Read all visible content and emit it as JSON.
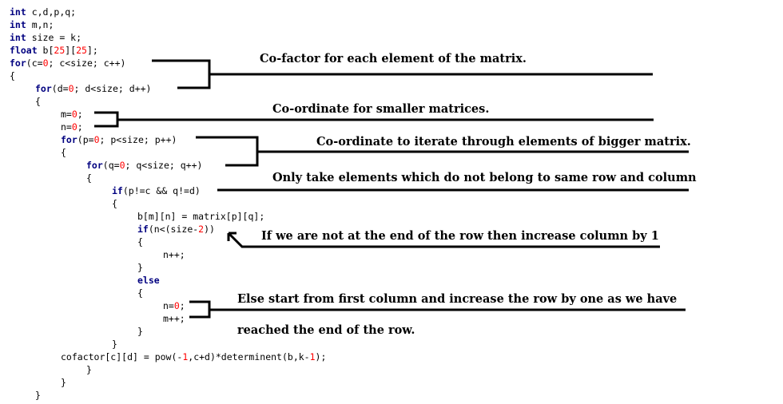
{
  "code_lines": [
    {
      "indent": 0,
      "tokens": [
        {
          "t": "int",
          "c": "kw"
        },
        {
          "t": " c,d,p,q;",
          "c": "op"
        }
      ]
    },
    {
      "indent": 0,
      "tokens": [
        {
          "t": "int",
          "c": "kw"
        },
        {
          "t": " m,n;",
          "c": "op"
        }
      ]
    },
    {
      "indent": 0,
      "tokens": [
        {
          "t": "int",
          "c": "kw"
        },
        {
          "t": " size = k;",
          "c": "op"
        }
      ]
    },
    {
      "indent": 0,
      "tokens": [
        {
          "t": "float",
          "c": "kw"
        },
        {
          "t": " b[",
          "c": "op"
        },
        {
          "t": "25",
          "c": "num"
        },
        {
          "t": "][",
          "c": "op"
        },
        {
          "t": "25",
          "c": "num"
        },
        {
          "t": "];",
          "c": "op"
        }
      ]
    },
    {
      "indent": 0,
      "tokens": [
        {
          "t": "for",
          "c": "kw"
        },
        {
          "t": "(c=",
          "c": "op"
        },
        {
          "t": "0",
          "c": "num"
        },
        {
          "t": "; c<size; c++)",
          "c": "op"
        }
      ]
    },
    {
      "indent": 0,
      "tokens": [
        {
          "t": "{",
          "c": "op"
        }
      ]
    },
    {
      "indent": 1,
      "tokens": [
        {
          "t": "for",
          "c": "kw"
        },
        {
          "t": "(d=",
          "c": "op"
        },
        {
          "t": "0",
          "c": "num"
        },
        {
          "t": "; d<size; d++)",
          "c": "op"
        }
      ]
    },
    {
      "indent": 1,
      "tokens": [
        {
          "t": "{",
          "c": "op"
        }
      ]
    },
    {
      "indent": 2,
      "tokens": [
        {
          "t": "m=",
          "c": "op"
        },
        {
          "t": "0",
          "c": "num"
        },
        {
          "t": ";",
          "c": "op"
        }
      ]
    },
    {
      "indent": 2,
      "tokens": [
        {
          "t": "n=",
          "c": "op"
        },
        {
          "t": "0",
          "c": "num"
        },
        {
          "t": ";",
          "c": "op"
        }
      ]
    },
    {
      "indent": 2,
      "tokens": [
        {
          "t": "for",
          "c": "kw"
        },
        {
          "t": "(p=",
          "c": "op"
        },
        {
          "t": "0",
          "c": "num"
        },
        {
          "t": "; p<size; p++)",
          "c": "op"
        }
      ]
    },
    {
      "indent": 2,
      "tokens": [
        {
          "t": "{",
          "c": "op"
        }
      ]
    },
    {
      "indent": 3,
      "tokens": [
        {
          "t": "for",
          "c": "kw"
        },
        {
          "t": "(q=",
          "c": "op"
        },
        {
          "t": "0",
          "c": "num"
        },
        {
          "t": "; q<size; q++)",
          "c": "op"
        }
      ]
    },
    {
      "indent": 3,
      "tokens": [
        {
          "t": "{",
          "c": "op"
        }
      ]
    },
    {
      "indent": 4,
      "tokens": [
        {
          "t": "if",
          "c": "kw"
        },
        {
          "t": "(p!=c && q!=d)",
          "c": "op"
        }
      ]
    },
    {
      "indent": 4,
      "tokens": [
        {
          "t": "{",
          "c": "op"
        }
      ]
    },
    {
      "indent": 5,
      "tokens": [
        {
          "t": "b[m][n] = matrix[p][q];",
          "c": "op"
        }
      ]
    },
    {
      "indent": 5,
      "tokens": [
        {
          "t": "if",
          "c": "kw"
        },
        {
          "t": "(n<(size-",
          "c": "op"
        },
        {
          "t": "2",
          "c": "num"
        },
        {
          "t": "))",
          "c": "op"
        }
      ]
    },
    {
      "indent": 5,
      "tokens": [
        {
          "t": "{",
          "c": "op"
        }
      ]
    },
    {
      "indent": 6,
      "tokens": [
        {
          "t": "n++;",
          "c": "op"
        }
      ]
    },
    {
      "indent": 5,
      "tokens": [
        {
          "t": "}",
          "c": "op"
        }
      ]
    },
    {
      "indent": 5,
      "tokens": [
        {
          "t": "else",
          "c": "kw"
        }
      ]
    },
    {
      "indent": 5,
      "tokens": [
        {
          "t": "{",
          "c": "op"
        }
      ]
    },
    {
      "indent": 6,
      "tokens": [
        {
          "t": "n=",
          "c": "op"
        },
        {
          "t": "0",
          "c": "num"
        },
        {
          "t": ";",
          "c": "op"
        }
      ]
    },
    {
      "indent": 6,
      "tokens": [
        {
          "t": "m++;",
          "c": "op"
        }
      ]
    },
    {
      "indent": 5,
      "tokens": [
        {
          "t": "}",
          "c": "op"
        }
      ]
    },
    {
      "indent": 4,
      "tokens": [
        {
          "t": "}",
          "c": "op"
        }
      ]
    },
    {
      "indent": 2,
      "tokens": [
        {
          "t": "cofactor[c][d] = pow(-",
          "c": "op"
        },
        {
          "t": "1",
          "c": "num"
        },
        {
          "t": ",c+d)*determinent(b,k-",
          "c": "op"
        },
        {
          "t": "1",
          "c": "num"
        },
        {
          "t": ");",
          "c": "op"
        }
      ]
    },
    {
      "indent": 3,
      "tokens": [
        {
          "t": "}",
          "c": "op"
        }
      ]
    },
    {
      "indent": 2,
      "tokens": [
        {
          "t": "}",
          "c": "op"
        }
      ]
    },
    {
      "indent": 1,
      "tokens": [
        {
          "t": "}",
          "c": "op"
        }
      ]
    }
  ],
  "annotations": {
    "cofactor": "Co-factor for each element of the matrix.",
    "smaller": "Co-ordinate for smaller matrices.",
    "iterate": "Co-ordinate to iterate through elements of bigger matrix.",
    "only_take": "Only take elements which do not belong to same row and column",
    "not_end": "If we are not at the end of the row then increase column by 1",
    "else_start": "Else start from first column and increase the row by one as we have",
    "reached": "reached the end of the row."
  },
  "colors": {
    "keyword": "#000080",
    "number": "#ff0000",
    "text": "#000000"
  }
}
